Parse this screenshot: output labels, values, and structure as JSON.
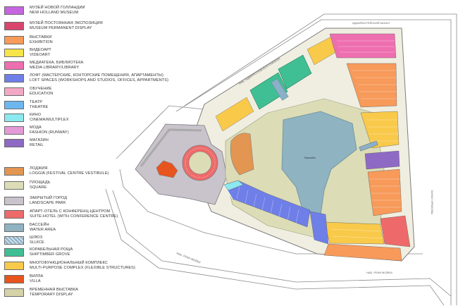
{
  "legend": [
    {
      "ru": "МУЗЕЙ НОВОЙ ГОЛЛАНДИИ",
      "en": "NEW HOLLAND MUSEUM",
      "color": "#c566e0"
    },
    {
      "ru": "МУЗЕЙ ПОСТОЯННАЯ ЭКСПОЗИЦИЯ",
      "en": "MUSEUM PERMANENT DISPLAY",
      "color": "#d9456d"
    },
    {
      "ru": "ВЫСТАВКИ",
      "en": "EXHIBITION",
      "color": "#f79a5a"
    },
    {
      "ru": "ВИДЕОАРТ",
      "en": "VIDEOART",
      "color": "#f7e34a"
    },
    {
      "ru": "МЕДИАТЕКА, БИБЛИОТЕКА",
      "en": "MEDIA LIBRARY/LIBRARY",
      "color": "#ee6fb0"
    },
    {
      "ru": "ЛОФТ (МАСТЕРСКИЕ, КОНТОРСКИЕ ПОМЕЩЕНИЯ, АПАРТАМЕНТЫ)",
      "en": "LOFT SPACES (WORKSHOPS AND STUDIOS, OFFICES, APPARTMENTS)",
      "color": "#6f7fe8"
    },
    {
      "ru": "ОБУЧЕНИЕ",
      "en": "EDUCATION",
      "color": "#f3a9c6"
    },
    {
      "ru": "ТЕАТР",
      "en": "THEATRE",
      "color": "#6cb7f0"
    },
    {
      "ru": "КИНО",
      "en": "CINEMA/MULTIPLEX",
      "color": "#8ce9ef"
    },
    {
      "ru": "МОДА",
      "en": "FASHION (RUNWAY)",
      "color": "#e39ad7"
    },
    {
      "ru": "МАГАЗИН",
      "en": "RETAIL",
      "color": "#8f6ac4"
    },
    {
      "ru": "ЛОДЖИЯ",
      "en": "LOGGIA (FESTIVAL CENTRE VESTIBULE)",
      "color": "#e39552"
    },
    {
      "ru": "ПЛОЩАДЬ",
      "en": "SQUARE",
      "color": "#dcdcb6"
    },
    {
      "ru": "ЗАКРЫТЫЙ ГОРОД",
      "en": "LANDSCAPE PARK",
      "color": "#c9c3cc"
    },
    {
      "ru": "АПАРТ-ОТЕЛЬ С КОНФЕРЕНЦ-ЦЕНТРОМ",
      "en": "SUITE-HOTEL (WITH CONFERENCE CENTRE)",
      "color": "#ee6a6a"
    },
    {
      "ru": "БАССЕЙН",
      "en": "WATER AREA",
      "color": "#8fb3c0"
    },
    {
      "ru": "ШЛЮЗ",
      "en": "SLUICE",
      "color": "#8bb0c8",
      "hatch": true
    },
    {
      "ru": "КОРАБЕЛЬНАЯ РОЩА",
      "en": "SHIPTIMBER GROVE",
      "color": "#3fbf93"
    },
    {
      "ru": "МНОГОФУНКЦИОНАЛЬНЫЙ КОМПЛЕКС",
      "en": "MULTI-PURPOSE COMPLEX (FLEXIBLE STRUCTURES)",
      "color": "#f9c94a"
    },
    {
      "ru": "ВИЛЛА",
      "en": "VILLA",
      "color": "#e8541e"
    },
    {
      "ru": "ВРЕМЕННАЯ ВЫСТАВКА",
      "en": "TEMPORARY DISPLAY",
      "color": "#d4d2a6"
    }
  ],
  "map": {
    "water_label": "Бассейн"
  }
}
